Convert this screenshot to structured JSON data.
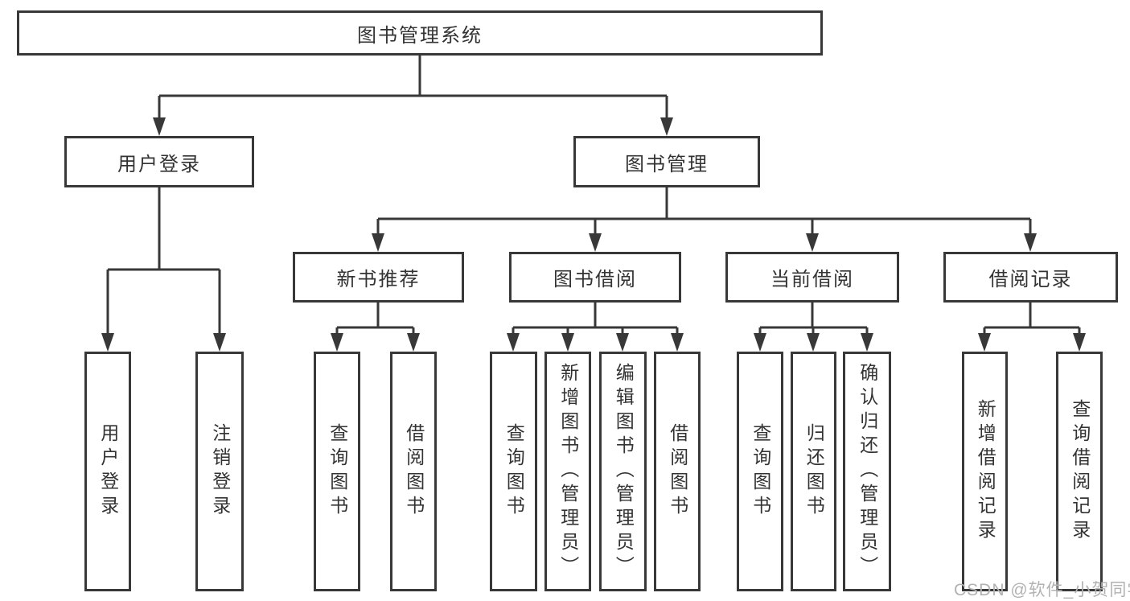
{
  "tree": {
    "root": "图书管理系统",
    "branches": [
      {
        "label": "用户登录",
        "leaves": [
          "用户登录",
          "注销登录"
        ]
      },
      {
        "label": "图书管理",
        "sections": [
          {
            "label": "新书推荐",
            "leaves": [
              "查询图书",
              "借阅图书"
            ]
          },
          {
            "label": "图书借阅",
            "leaves": [
              "查询图书",
              "新增图书（管理员）",
              "编辑图书（管理员）",
              "借阅图书"
            ]
          },
          {
            "label": "当前借阅",
            "leaves": [
              "查询图书",
              "归还图书",
              "确认归还（管理员）"
            ]
          },
          {
            "label": "借阅记录",
            "leaves": [
              "新增借阅记录",
              "查询借阅记录"
            ]
          }
        ]
      }
    ]
  },
  "watermark": "CSDN @软件_小贺同学",
  "colors": {
    "line": "#383838",
    "box_border": "#383838",
    "text": "#333333",
    "watermark_text": "#b2b2b2",
    "background": "#ffffff"
  }
}
